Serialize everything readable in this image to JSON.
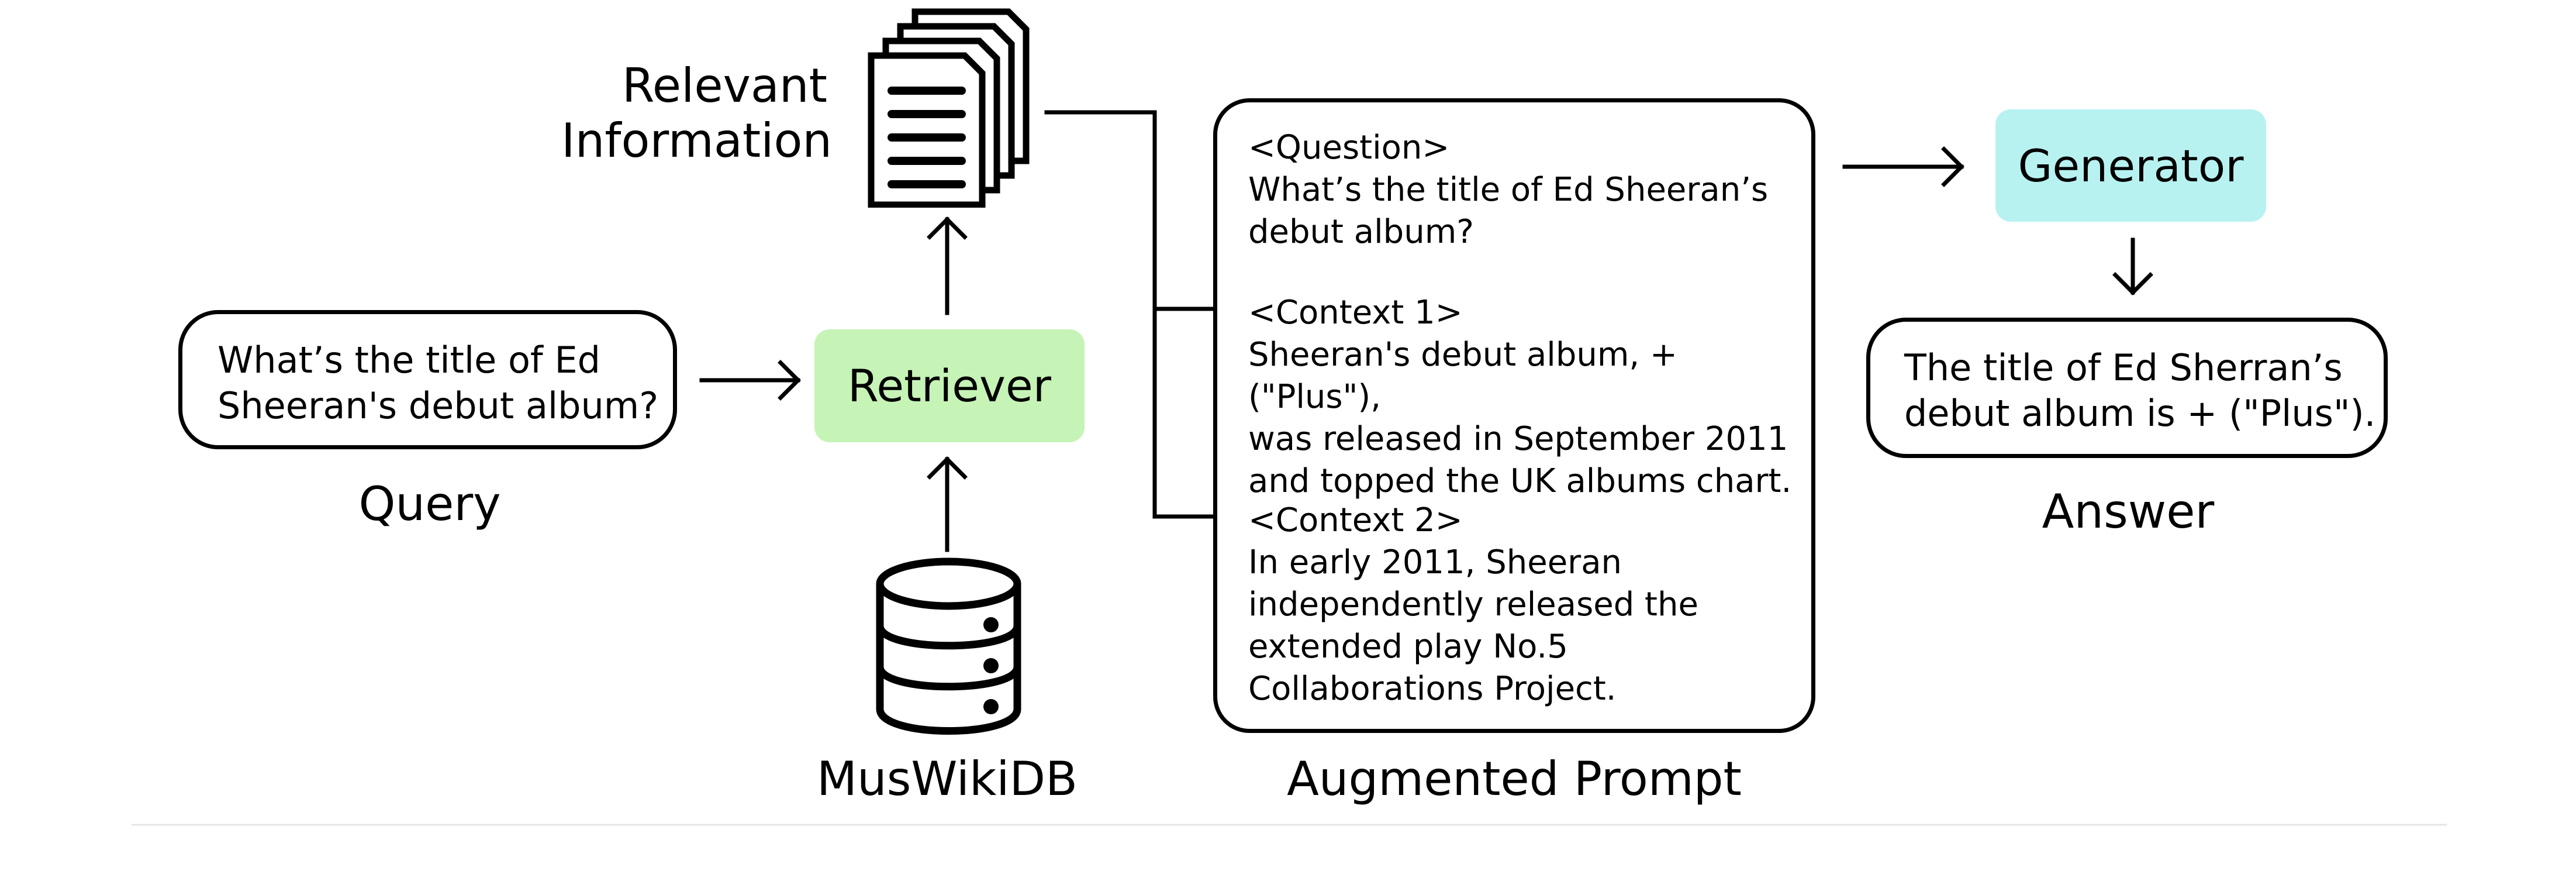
{
  "query": {
    "text": "What’s the title of Ed\nSheeran's debut album?",
    "caption": "Query"
  },
  "retriever": {
    "label": "Retriever",
    "color": "#c6f3b6"
  },
  "retrieved": {
    "caption": "Relevant\nInformation",
    "icon": "documents-icon"
  },
  "database": {
    "caption": "MusWikiDB",
    "icon": "database-icon"
  },
  "prompt": {
    "question_tag": "<Question>",
    "question_text": "What’s the title of Ed Sheeran’s\ndebut album?",
    "context1_tag": "<Context 1>",
    "context1_text": "Sheeran's debut album, + (\"Plus\"),\nwas released in September 2011\nand topped the UK albums chart.",
    "context2_tag": "<Context 2>",
    "context2_text": "In early 2011, Sheeran\nindependently released the\nextended play No.5\nCollaborations Project.",
    "caption": "Augmented Prompt"
  },
  "generator": {
    "label": "Generator",
    "color": "#b7f2f1"
  },
  "answer": {
    "text": "The title of Ed Sherran’s\ndebut album is + (\"Plus\").",
    "caption": "Answer"
  }
}
